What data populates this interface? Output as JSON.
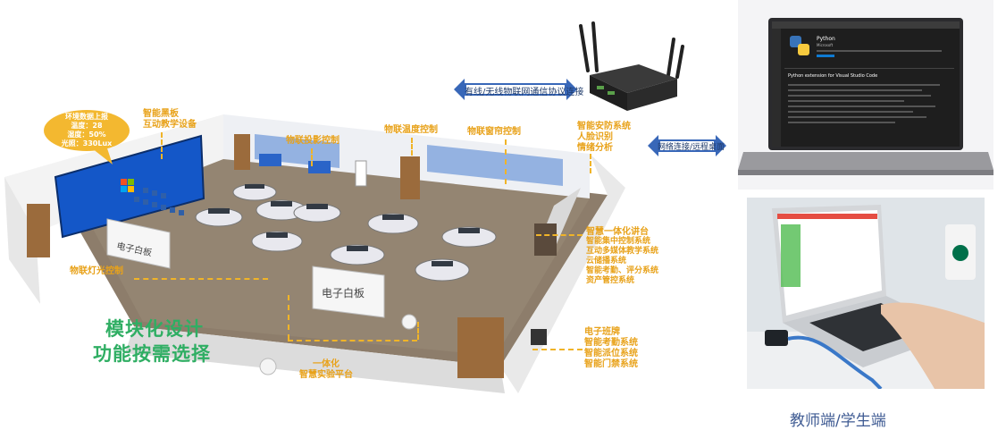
{
  "env_bubble": {
    "lines": [
      "环境数据上报",
      "温度：28",
      "湿度：50%",
      "光照：330Lux"
    ]
  },
  "labels": {
    "smart_board": [
      "智能黑板",
      "互动教学设备"
    ],
    "iot_projection": "物联投影控制",
    "iot_temperature": "物联温度控制",
    "iot_curtain": "物联窗帘控制",
    "smart_security": [
      "智能安防系统",
      "人脸识别",
      "情绪分析"
    ],
    "lighting": "物联灯光控制",
    "integrated_desk": [
      "智慧一体化讲台",
      "智能集中控制系统",
      "互动多媒体教学系统",
      "云储播系统",
      "智能考勤、评分系统",
      "资产管控系统"
    ],
    "experiment_platform": [
      "一体化",
      "智慧实验平台"
    ],
    "class_board": [
      "电子班牌",
      "智能考勤系统",
      "智能派位系统",
      "智能门禁系统"
    ],
    "whiteboard_text": "电子白板"
  },
  "arrows": {
    "iot_link": "有线/无线物联网通信协议连接",
    "net_link": "网络连接/远程桌面"
  },
  "slogan": [
    "模块化设计",
    "功能按需选择"
  ],
  "caption": "教师端/学生端",
  "laptop_screen": {
    "ext_title": "Python",
    "ext_publisher": "Microsoft",
    "heading": "Python extension for Visual Studio Code"
  },
  "colors": {
    "accent_orange": "#e8a21a",
    "slogan_green": "#2fae63",
    "arrow_blue": "#3867b8",
    "caption_blue": "#3f5b93"
  }
}
